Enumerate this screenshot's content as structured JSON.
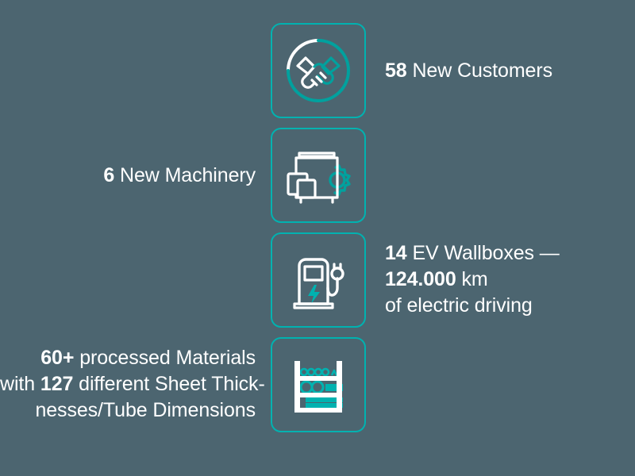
{
  "theme": {
    "background": "#4c6570",
    "accent_teal": "#00b2b0",
    "text_white": "#ffffff"
  },
  "stats": [
    {
      "id": "new-customers",
      "icon": "handshake-icon",
      "text_side": "right",
      "lines": [
        {
          "bold": "58",
          "rest": " New Customers"
        }
      ]
    },
    {
      "id": "new-machinery",
      "icon": "machine-gear-icon",
      "text_side": "left",
      "lines": [
        {
          "bold": "6",
          "rest": " New Machinery"
        }
      ]
    },
    {
      "id": "ev-wallboxes",
      "icon": "ev-charging-station-icon",
      "text_side": "right",
      "lines": [
        {
          "bold": "14",
          "rest": " EV Wallboxes —"
        },
        {
          "bold": "124.000",
          "rest": " km"
        },
        {
          "bold": "",
          "rest": "of electric driving"
        }
      ]
    },
    {
      "id": "processed-materials",
      "icon": "material-rack-icon",
      "text_side": "left",
      "lines": [
        {
          "bold": "60+",
          "rest": " processed Materials"
        },
        {
          "pre": "with ",
          "bold": "127",
          "rest": " different Sheet Thick-"
        },
        {
          "bold": "",
          "rest": "nesses/Tube Dimensions"
        }
      ]
    }
  ]
}
